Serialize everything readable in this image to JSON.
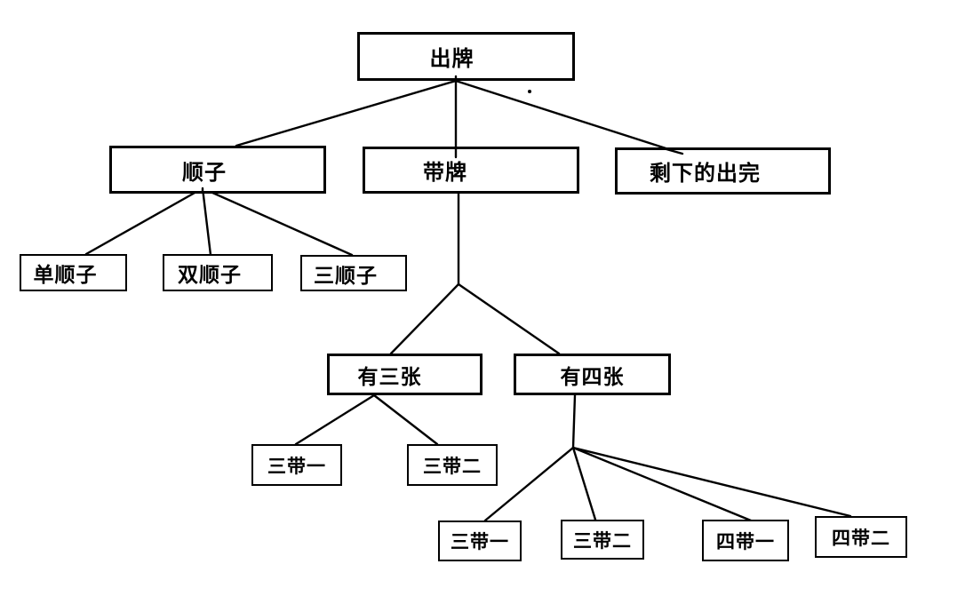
{
  "diagram": {
    "background_color": "#ffffff",
    "line_color": "#000000",
    "nodes": {
      "root": {
        "label": "出牌"
      },
      "shunzi": {
        "label": "顺子"
      },
      "daipai": {
        "label": "带牌"
      },
      "shengxia": {
        "label": "剩下的出完"
      },
      "danshunzi": {
        "label": "单顺子"
      },
      "shuangshunzi": {
        "label": "双顺子"
      },
      "sanshunzi": {
        "label": "三顺子"
      },
      "yousanzhang": {
        "label": "有三张"
      },
      "yousizhang": {
        "label": "有四张"
      },
      "sandaiyi3": {
        "label": "三带一"
      },
      "sandaier3": {
        "label": "三带二"
      },
      "sandaiyi4": {
        "label": "三带一"
      },
      "sandaier4": {
        "label": "三带二"
      },
      "sidaiyi": {
        "label": "四带一"
      },
      "sidaier": {
        "label": "四带二"
      }
    },
    "edges": [
      {
        "from": "root",
        "to": "shunzi"
      },
      {
        "from": "root",
        "to": "daipai"
      },
      {
        "from": "root",
        "to": "shengxia"
      },
      {
        "from": "shunzi",
        "to": "danshunzi"
      },
      {
        "from": "shunzi",
        "to": "shuangshunzi"
      },
      {
        "from": "shunzi",
        "to": "sanshunzi"
      },
      {
        "from": "daipai",
        "to": "yousanzhang"
      },
      {
        "from": "daipai",
        "to": "yousizhang"
      },
      {
        "from": "yousanzhang",
        "to": "sandaiyi3"
      },
      {
        "from": "yousanzhang",
        "to": "sandaier3"
      },
      {
        "from": "yousizhang",
        "to": "sandaiyi4"
      },
      {
        "from": "yousizhang",
        "to": "sandaier4"
      },
      {
        "from": "yousizhang",
        "to": "sidaiyi"
      },
      {
        "from": "yousizhang",
        "to": "sidaier"
      }
    ]
  }
}
